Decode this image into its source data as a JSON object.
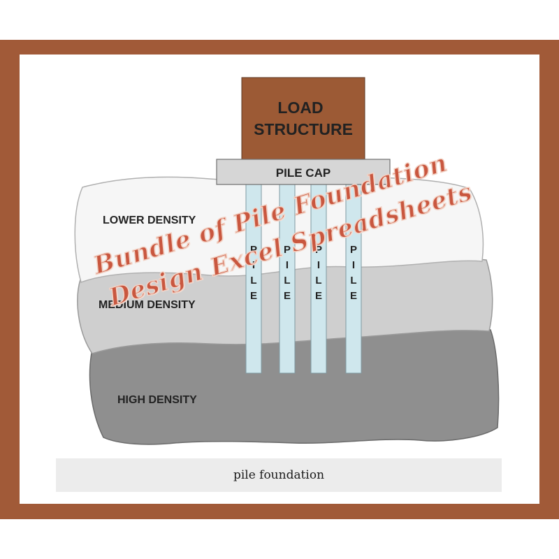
{
  "diagram": {
    "load_structure": [
      "LOAD",
      "STRUCTURE"
    ],
    "pile_cap": "PILE CAP",
    "pile_letters": [
      "P",
      "I",
      "L",
      "E"
    ],
    "layers": {
      "lower": "LOWER DENSITY",
      "medium": "MEDIUM DENSITY",
      "high": "HIGH DENSITY"
    }
  },
  "overlay": {
    "line1": "Bundle of Pile Foundation",
    "line2": "Design Excel Spreadsheets"
  },
  "caption": "pile foundation",
  "colors": {
    "frame": "#a15a38",
    "load_box": "#9c5a35",
    "pile": "#cfe7ed",
    "pile_cap": "#d6d6d6",
    "low_layer": "#f6f6f6",
    "mid_layer": "#cfcfcf",
    "high_layer": "#8f8f8f",
    "overlay_text": "#c9573f"
  }
}
